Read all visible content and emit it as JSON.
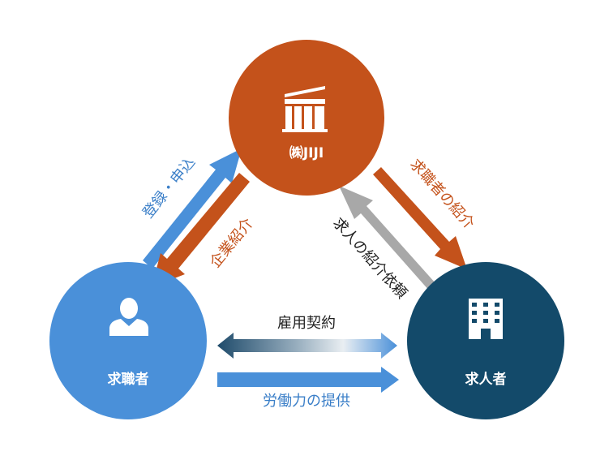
{
  "nodes": {
    "company": {
      "label": "㈱JIJI",
      "color": "#c4521b",
      "icon": "building-columns-icon"
    },
    "job_seeker": {
      "label": "求職者",
      "color": "#4a90d9",
      "icon": "person-icon"
    },
    "employer": {
      "label": "求人者",
      "color": "#134a6a",
      "icon": "office-building-icon"
    }
  },
  "edges": {
    "registration": {
      "label": "登録・申込",
      "color": "#4a90d9"
    },
    "company_introduction": {
      "label": "企業紹介",
      "color": "#c4521b"
    },
    "seeker_introduction": {
      "label": "求職者の紹介",
      "color": "#c4521b"
    },
    "job_request": {
      "label": "求人の紹介依頼",
      "color": "#a8a8a8"
    },
    "employment_contract": {
      "label": "雇用契約",
      "color": "#1f4b6b"
    },
    "labor_provision": {
      "label": "労働力の提供",
      "color": "#4a90d9"
    }
  },
  "colors": {
    "text_dark": "#222222",
    "text_blue": "#3b7fc8",
    "text_orange": "#c4521b"
  }
}
